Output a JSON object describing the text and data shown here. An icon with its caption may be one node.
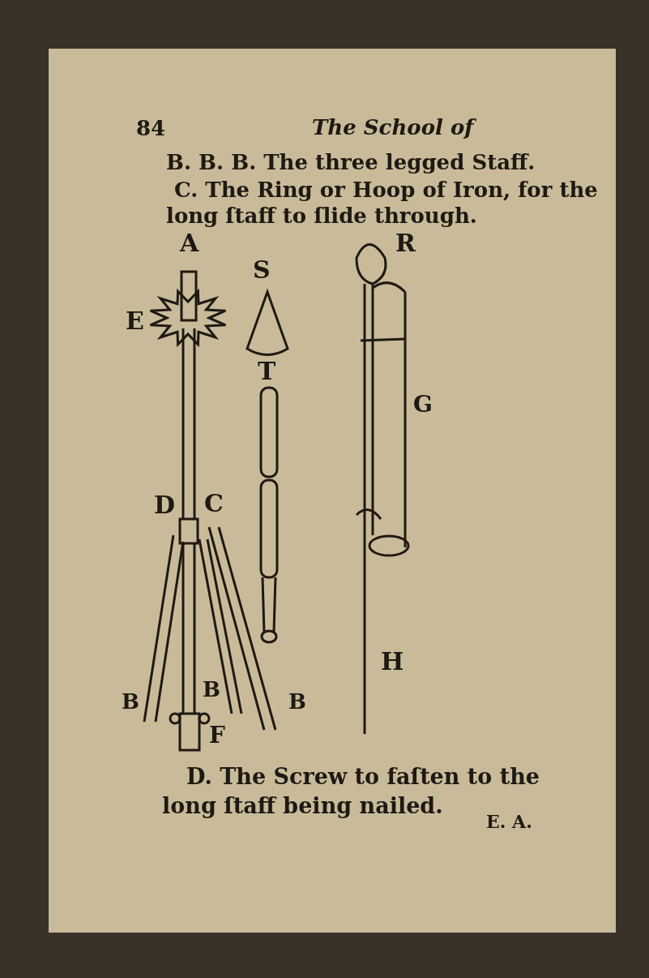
{
  "diagram": {
    "title": "The School of",
    "labels": [
      "84",
      "B. B. B. The three legged Staff.",
      "C. The Ring or Hoop of Iron, for the long ſtaff to ſlide through.",
      "A",
      "S",
      "R",
      "E",
      "T",
      "G",
      "D",
      "C",
      "H",
      "B",
      "B",
      "B",
      "F",
      "D. The Screw to faſten to the long ſtaff being nailed.",
      "E. A."
    ]
  }
}
